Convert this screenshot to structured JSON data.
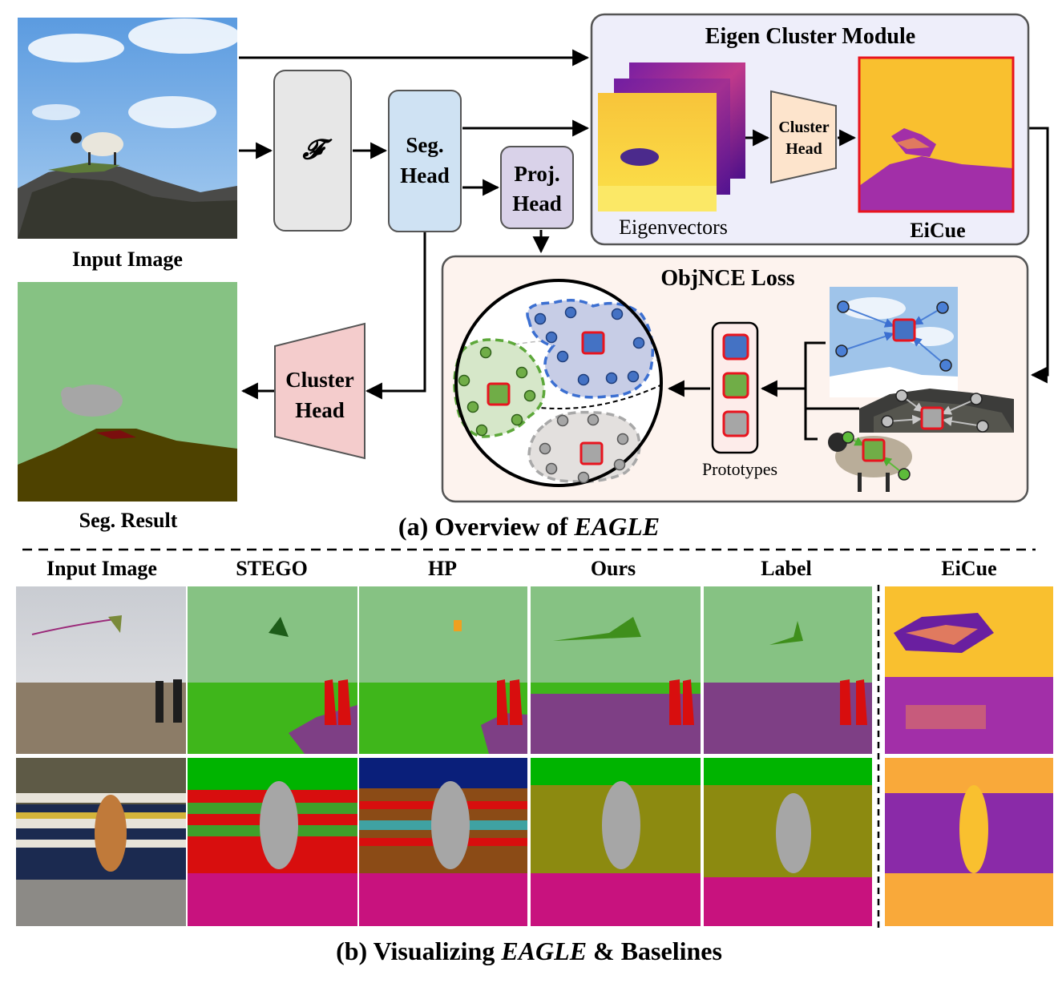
{
  "overview": {
    "input_image_label": "Input Image",
    "feature_extractor_symbol": "𝓕",
    "seg_head": [
      "Seg.",
      "Head"
    ],
    "proj_head": [
      "Proj.",
      "Head"
    ],
    "seg_result_label": "Seg. Result",
    "cluster_head_main": [
      "Cluster",
      "Head"
    ],
    "caption_prefix": "(a) Overview of ",
    "caption_em": "EAGLE"
  },
  "eigen_module": {
    "title": "Eigen Cluster Module",
    "eigenvectors_label": "Eigenvectors",
    "cluster_head": [
      "Cluster",
      "Head"
    ],
    "eicue_label": "EiCue"
  },
  "objnce": {
    "title": "ObjNCE Loss",
    "prototypes_label": "Prototypes",
    "prototype_colors": [
      "#4472c4",
      "#70ad47",
      "#a6a6a6"
    ]
  },
  "comparison": {
    "columns": [
      "Input Image",
      "STEGO",
      "HP",
      "Ours",
      "Label",
      "EiCue"
    ],
    "caption_prefix": "(b) Visualizing ",
    "caption_em": "EAGLE",
    "caption_suffix": " & Baselines"
  },
  "colors": {
    "seg_head_fill": "#cfe2f3",
    "proj_head_fill": "#d9d2e9",
    "cluster_head_fill": "#f4cccc",
    "eigen_box_fill": "#eeeefa",
    "objnce_box_fill": "#fdf3ee",
    "sky_green": "#86c283",
    "grass_green": "#3fb61b",
    "person_red": "#d80e0e",
    "purple": "#7e3f85",
    "olive": "#4e4200",
    "eicue_yellow": "#f9c02f",
    "eicue_purple": "#a22fa8"
  }
}
